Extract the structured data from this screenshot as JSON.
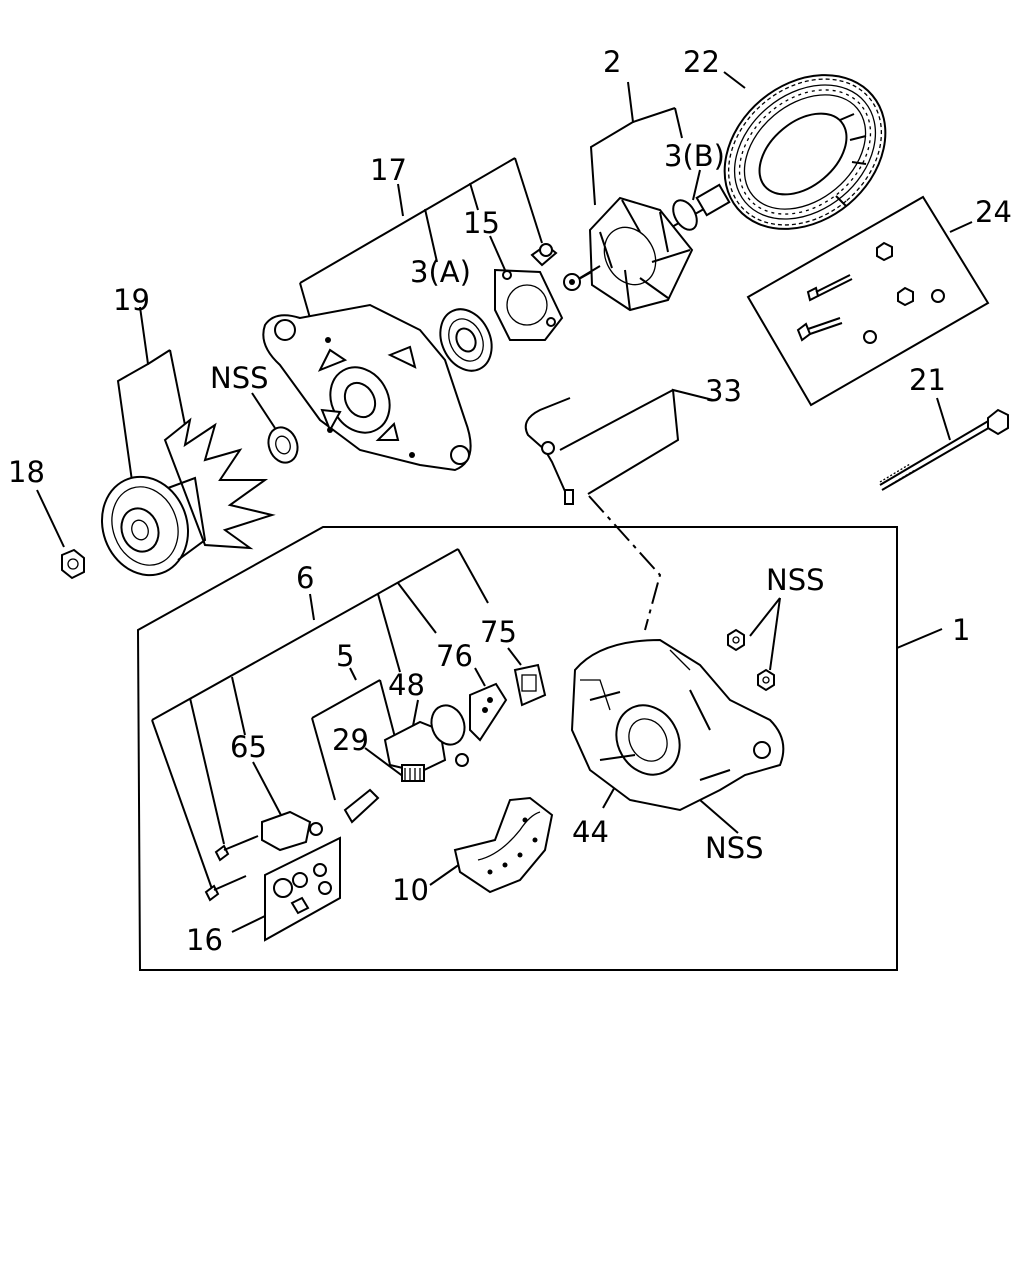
{
  "colors": {
    "ink": "#000000",
    "paper": "#ffffff"
  },
  "callouts": {
    "c2": "2",
    "c22": "22",
    "c3b": "3(B)",
    "c17": "17",
    "c15": "15",
    "c3a": "3(A)",
    "c24": "24",
    "c19": "19",
    "c_nss_bushing": "NSS",
    "c33": "33",
    "c21": "21",
    "c18": "18",
    "c6": "6",
    "c_nss_nuts": "NSS",
    "c75": "75",
    "c1": "1",
    "c5": "5",
    "c76": "76",
    "c48": "48",
    "c65": "65",
    "c29": "29",
    "c44": "44",
    "c_nss_housing": "NSS",
    "c10": "10",
    "c16": "16"
  }
}
